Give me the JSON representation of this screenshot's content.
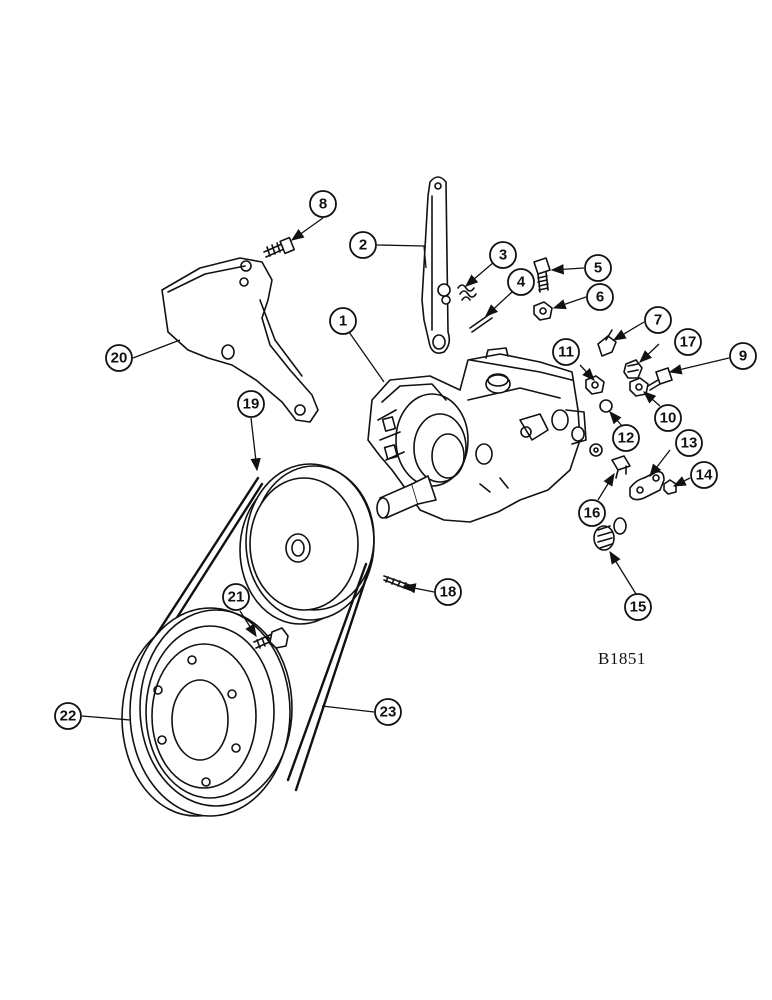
{
  "figure_ref": "B1851",
  "callouts": [
    "1",
    "2",
    "3",
    "4",
    "5",
    "6",
    "7",
    "8",
    "9",
    "10",
    "11",
    "12",
    "13",
    "14",
    "15",
    "16",
    "17",
    "18",
    "19",
    "20",
    "21",
    "22",
    "23"
  ],
  "colors": {
    "ink": "#111111",
    "paper": "#ffffff"
  }
}
